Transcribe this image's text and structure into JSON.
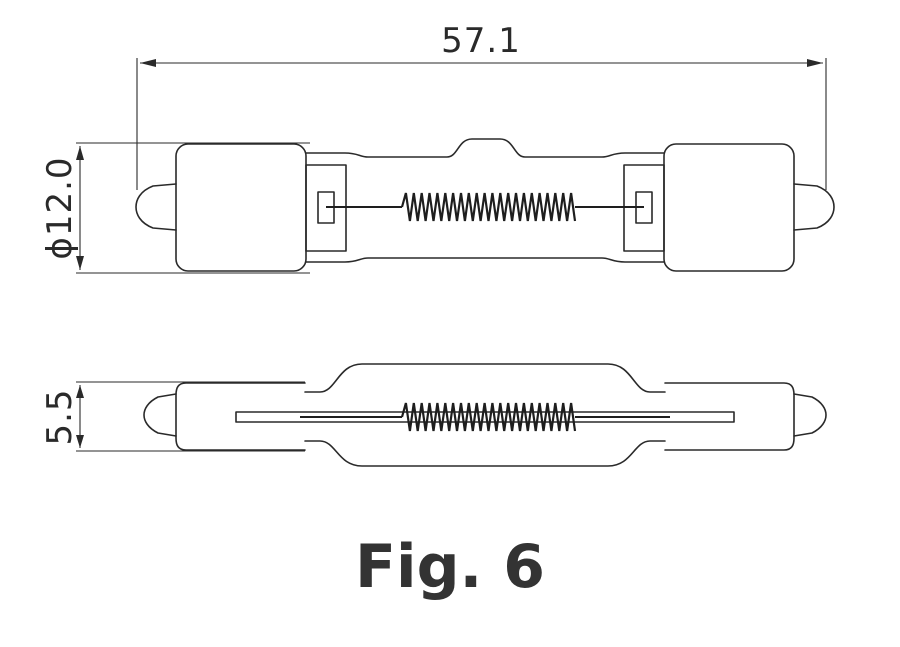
{
  "figure": {
    "caption": "Fig. 6",
    "top_view": {
      "overall_length_label": "57.1",
      "diameter_label": "ϕ12.0"
    },
    "side_view": {
      "thickness_label": "5.5"
    },
    "line_color": "#2a2a2a",
    "caption_color": "#333333"
  }
}
